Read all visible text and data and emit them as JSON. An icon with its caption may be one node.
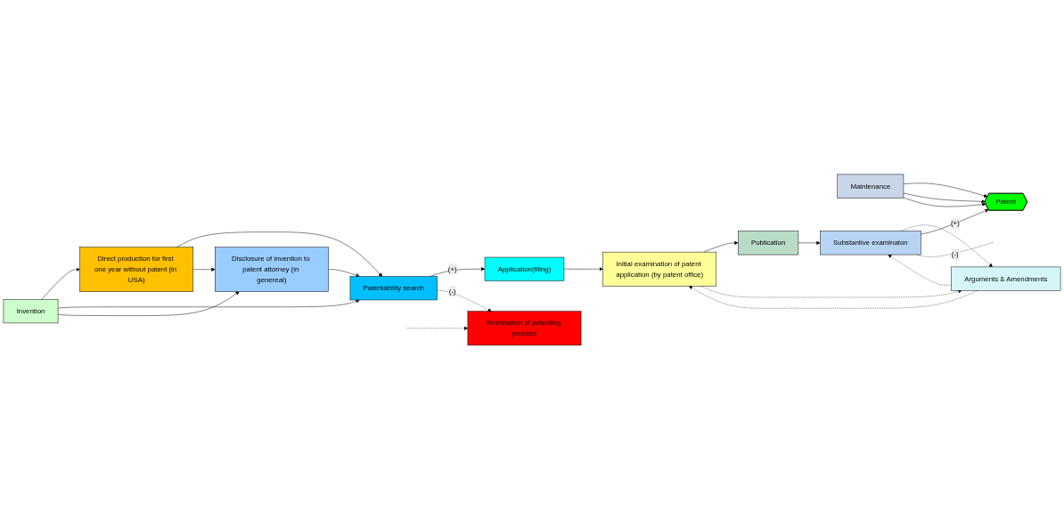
{
  "diagram": {
    "nodes": [
      {
        "text": [
          "Direct production for first one year without patent (in USA)"
        ]
      },
      {
        "text": [
          "Maintenance"
        ]
      },
      {
        "text": [
          "Patent"
        ]
      },
      {
        "text": [
          "Invention"
        ]
      },
      {
        "text": [
          "Patentability search"
        ]
      },
      {
        "text": [
          "Application(filing)"
        ]
      },
      {
        "text": [
          "Publication"
        ]
      },
      {
        "text": [
          "Disclosure of invention to patent attorney (in genereal)"
        ]
      },
      {
        "text": [
          "Termination of patenting process"
        ]
      },
      {
        "text": [
          "Initial examination of patent application (by patent office)"
        ]
      },
      {
        "text": [
          "Arguments & Amendments"
        ]
      },
      {
        "text": [
          "Substantive examinaton"
        ]
      }
    ],
    "edges": [
      {
        "from": 3,
        "to": 0,
        "arrow": "to"
      },
      {
        "from": 3,
        "to": 4,
        "arrow": "to"
      },
      {
        "from": 3,
        "to": 7,
        "arrow": "to"
      },
      {
        "from": 0,
        "to": 4,
        "arrow": "to"
      },
      {
        "from": 0,
        "to": 7,
        "arrow": "to"
      },
      {
        "from": 7,
        "to": 4,
        "arrow": "to"
      },
      {
        "from": 4,
        "to": 5,
        "arrow": "to",
        "label": "(+)"
      },
      {
        "from": 4,
        "to": 8,
        "arrow": "to",
        "label": "(-)",
        "style": "dashed"
      },
      {
        "from": null,
        "to": 8,
        "arrow": "to",
        "style": "dashed"
      },
      {
        "from": 5,
        "to": 9,
        "arrow": "to"
      },
      {
        "from": 9,
        "to": 6,
        "arrow": "to"
      },
      {
        "from": 6,
        "to": 11,
        "arrow": "to"
      },
      {
        "from": 9,
        "to": 10,
        "arrow": "to",
        "style": "dashed"
      },
      {
        "from": 10,
        "to": 11,
        "arrow": "to",
        "style": "dashed"
      },
      {
        "from": 11,
        "to": 10,
        "arrow": "to",
        "style": "dashed"
      },
      {
        "from": 10,
        "to": 9,
        "arrow": "to",
        "style": "dashed"
      },
      {
        "from": 11,
        "to": 2,
        "arrow": "to",
        "label": "(+)"
      },
      {
        "from": 11,
        "to": null,
        "arrow": "none",
        "label": "(-)",
        "style": "dashed"
      },
      {
        "from": 1,
        "to": 2,
        "arrow": "to"
      },
      {
        "from": 1,
        "to": 2,
        "arrow": "to"
      },
      {
        "from": 1,
        "to": 2,
        "arrow": "to"
      }
    ]
  }
}
